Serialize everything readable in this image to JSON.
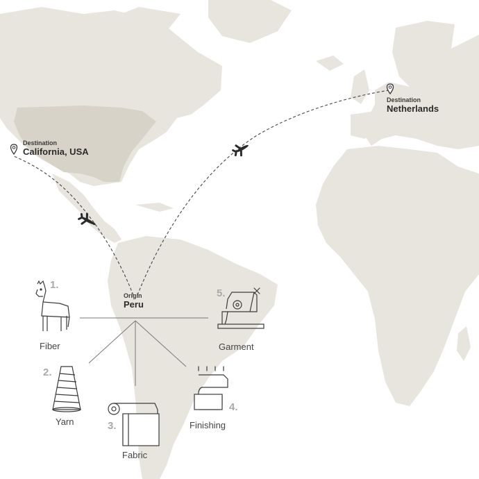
{
  "destinations": [
    {
      "caption": "Destination",
      "name": "California, USA"
    },
    {
      "caption": "Destination",
      "name": "Netherlands"
    }
  ],
  "origin": {
    "caption": "Origin",
    "name": "Peru"
  },
  "steps": [
    {
      "number": "1.",
      "label": "Fiber",
      "icon": "alpaca-icon"
    },
    {
      "number": "2.",
      "label": "Yarn",
      "icon": "yarn-cone-icon"
    },
    {
      "number": "3.",
      "label": "Fabric",
      "icon": "fabric-roll-icon"
    },
    {
      "number": "4.",
      "label": "Finishing",
      "icon": "finishing-icon"
    },
    {
      "number": "5.",
      "label": "Garment",
      "icon": "sewing-machine-icon"
    }
  ],
  "colors": {
    "land": "#e8e5de",
    "land_highlight": "#d8d3c8",
    "route": "#444444",
    "number": "#a9a9a9",
    "icon_stroke": "#3a3a3a"
  }
}
